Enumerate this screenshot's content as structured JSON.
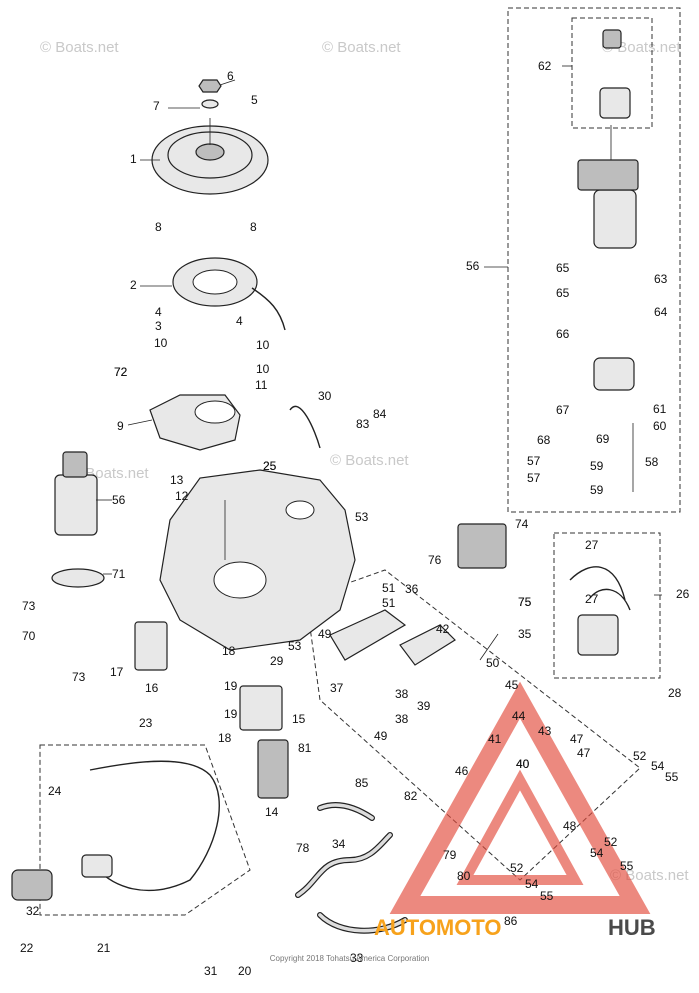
{
  "watermarks": [
    "© Boats.net",
    "© Boats.net",
    "© Boats.net",
    "© Boats.net",
    "© Boats.net",
    "© Boats.net"
  ],
  "copyright": "Copyright 2018 Tohatsu America Corporation",
  "brand": {
    "auto": "AUTOMOTO",
    "hub": "HUB",
    "color_orange": "#f7a21b",
    "color_dark": "#4a4a4a",
    "logo_red": "#e24a3b"
  },
  "callouts": [
    "1",
    "2",
    "3",
    "4",
    "4",
    "5",
    "6",
    "7",
    "8",
    "8",
    "9",
    "10",
    "10",
    "10",
    "11",
    "12",
    "13",
    "14",
    "15",
    "16",
    "17",
    "18",
    "18",
    "19",
    "19",
    "20",
    "21",
    "22",
    "23",
    "24",
    "25",
    "25",
    "26",
    "27",
    "27",
    "28",
    "29",
    "30",
    "31",
    "32",
    "33",
    "34",
    "35",
    "36",
    "37",
    "38",
    "38",
    "39",
    "40",
    "40",
    "41",
    "42",
    "43",
    "44",
    "45",
    "46",
    "47",
    "47",
    "48",
    "49",
    "49",
    "50",
    "51",
    "51",
    "52",
    "52",
    "52",
    "53",
    "53",
    "54",
    "54",
    "54",
    "55",
    "55",
    "55",
    "56",
    "56",
    "57",
    "57",
    "58",
    "59",
    "59",
    "60",
    "61",
    "62",
    "63",
    "64",
    "65",
    "65",
    "66",
    "67",
    "68",
    "69",
    "70",
    "71",
    "72",
    "72",
    "73",
    "73",
    "74",
    "75",
    "75",
    "76",
    "78",
    "79",
    "80",
    "81",
    "82",
    "83",
    "84",
    "85",
    "86"
  ]
}
